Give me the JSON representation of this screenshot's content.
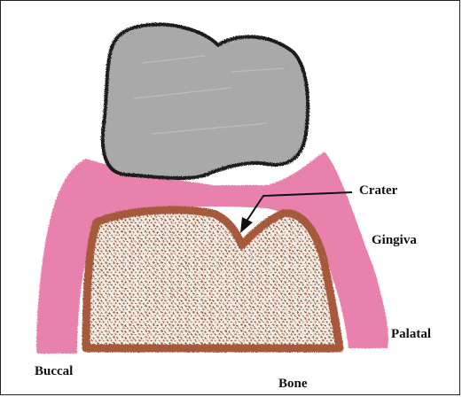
{
  "labels": {
    "crater": "Crater",
    "gingiva": "Gingiva",
    "palatal": "Palatal",
    "buccal": "Buccal",
    "bone": "Bone"
  },
  "colors": {
    "tooth_fill": "#a9a9a9",
    "tooth_outline": "#1a1a1a",
    "gingiva": "#e882ad",
    "bone": "#a65a3a",
    "bone_texture": "#7a4a36",
    "background": "#ffffff"
  }
}
